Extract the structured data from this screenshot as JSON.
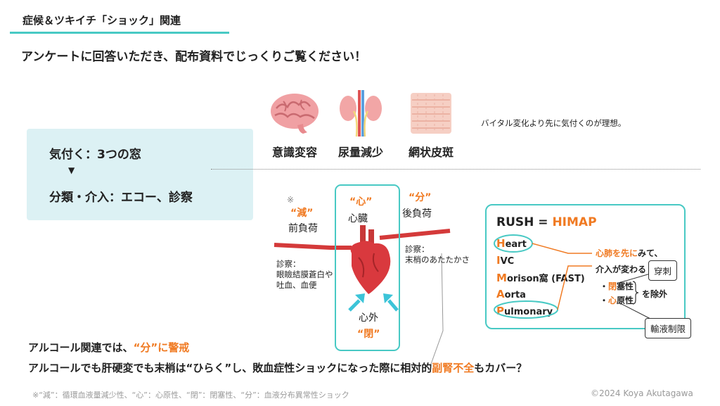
{
  "header": {
    "title": "症候＆ツキイチ「ショック」関連"
  },
  "intro": "アンケートに回答いただき、配布資料でじっくりご覧ください！",
  "left_box": {
    "line1": "気付く：3つの窓",
    "arrow": "▼",
    "line2": "分類・介入：エコー、診察"
  },
  "organs": [
    {
      "label": "意識変容",
      "icon": "brain-icon"
    },
    {
      "label": "尿量減少",
      "icon": "kidney-icon"
    },
    {
      "label": "網状皮斑",
      "icon": "skin-icon"
    }
  ],
  "vital_note": "バイタル変化より先に気付くのが理想。",
  "heart_diagram": {
    "note_mark": "※",
    "gen_quote": "“減”",
    "gen_label": "前負荷",
    "gen_exam": [
      "診察：",
      "眼瞼結膜蒼白や",
      "吐血、血便"
    ],
    "shin_quote": "“心”",
    "shin_label": "心臓",
    "bun_quote": "“分”",
    "bun_label": "後負荷",
    "bun_exam": [
      "診察：",
      "末梢のあたたかさ"
    ],
    "shingai_label": "心外",
    "hei_quote": "“閉”"
  },
  "rush": {
    "title_a": "RUSH = ",
    "title_b": "HIMAP",
    "items": [
      {
        "letter": "H",
        "rest": "eart"
      },
      {
        "letter": "I",
        "rest": "VC"
      },
      {
        "letter": "M",
        "rest": "orison窩 (FAST)"
      },
      {
        "letter": "A",
        "rest": "orta"
      },
      {
        "letter": "P",
        "rest": "ulmonary"
      }
    ],
    "note_a1": "心肺を先に",
    "note_a2": "みて、",
    "note_b": "介入が変わる",
    "bullet1_a": "・",
    "bullet1_b": "閉",
    "bullet1_c": "塞性",
    "bullet2_a": "・",
    "bullet2_b": "心",
    "bullet2_c": "原性",
    "exclude": "を除外",
    "callout1": "穿刺",
    "callout2": "輸液制限"
  },
  "bottom": {
    "line1_a": "アルコール関連では、",
    "line1_b": "“分”に警戒",
    "line2_a": "アルコールでも肝硬変でも末梢は“ひらく”し、敗血症性ショックになった際に相対的",
    "line2_b": "副腎不全",
    "line2_c": "もカバー？"
  },
  "footnote": "※“減”：循環血液量減少性、“心”：心原性、“閉”：閉塞性、“分”：血液分布異常性ショック",
  "copyright": "©2024 Koya Akutagawa",
  "colors": {
    "accent": "#48c9c4",
    "orange": "#f07a22",
    "box_bg": "#dcf1f4",
    "vessel": "#d43a3a"
  }
}
